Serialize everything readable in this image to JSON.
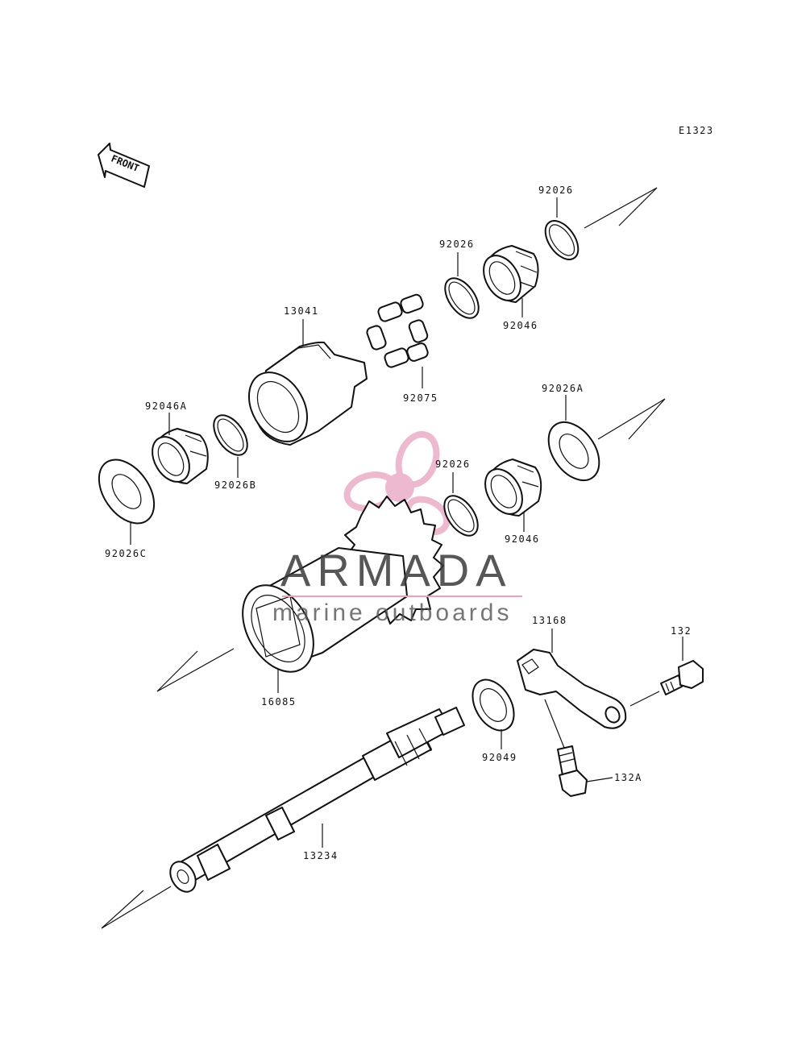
{
  "diagram_code": "E1323",
  "front_label": "FRONT",
  "watermark": {
    "title": "ARMADA",
    "subtitle": "marine outboards",
    "accent_color": "#e7a2c0"
  },
  "part_labels": {
    "p92026_top": "92026",
    "p92026_mid": "92026",
    "p92046_top": "92046",
    "p13041": "13041",
    "p92075": "92075",
    "p92026A": "92026A",
    "p92046A": "92046A",
    "p92026B": "92026B",
    "p92026_low": "92026",
    "p92046_low": "92046",
    "p92026C": "92026C",
    "p13168": "13168",
    "p132": "132",
    "p16085": "16085",
    "p92049": "92049",
    "p132A": "132A",
    "p13234": "13234"
  }
}
